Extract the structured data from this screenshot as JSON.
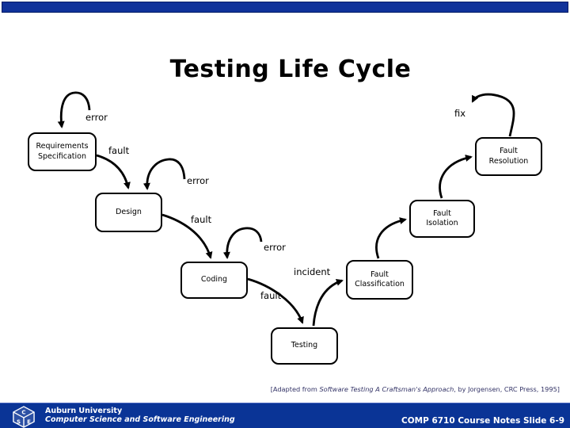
{
  "slide": {
    "title": "Testing Life Cycle",
    "citation_prefix": "[Adapted from ",
    "citation_italic": "Software Testing A Craftsman's Approach",
    "citation_suffix": ", by Jorgensen, CRC Press, 1995]"
  },
  "diagram": {
    "boxes": [
      {
        "line1": "Requirements",
        "line2": "Specification"
      },
      {
        "line1": "Design"
      },
      {
        "line1": "Coding"
      },
      {
        "line1": "Testing"
      },
      {
        "line1": "Fault",
        "line2": "Classification"
      },
      {
        "line1": "Fault",
        "line2": "Isolation"
      },
      {
        "line1": "Fault",
        "line2": "Resolution"
      }
    ],
    "labels": [
      {
        "text": "error"
      },
      {
        "text": "fault"
      },
      {
        "text": "error"
      },
      {
        "text": "fault"
      },
      {
        "text": "error"
      },
      {
        "text": "fault"
      },
      {
        "text": "incident"
      },
      {
        "text": "fix"
      }
    ]
  },
  "footer": {
    "org_line1": "Auburn University",
    "org_line2": "Computer Science and Software Engineering",
    "course": "COMP 6710 Course Notes Slide 6-9",
    "logo_letters": [
      "C",
      "S",
      "E"
    ]
  },
  "colors": {
    "top_bar": "#10329a",
    "footer_bar": "#0a3496",
    "citation_text": "#333366",
    "line_color": "#000000",
    "title_color": "#000000"
  }
}
